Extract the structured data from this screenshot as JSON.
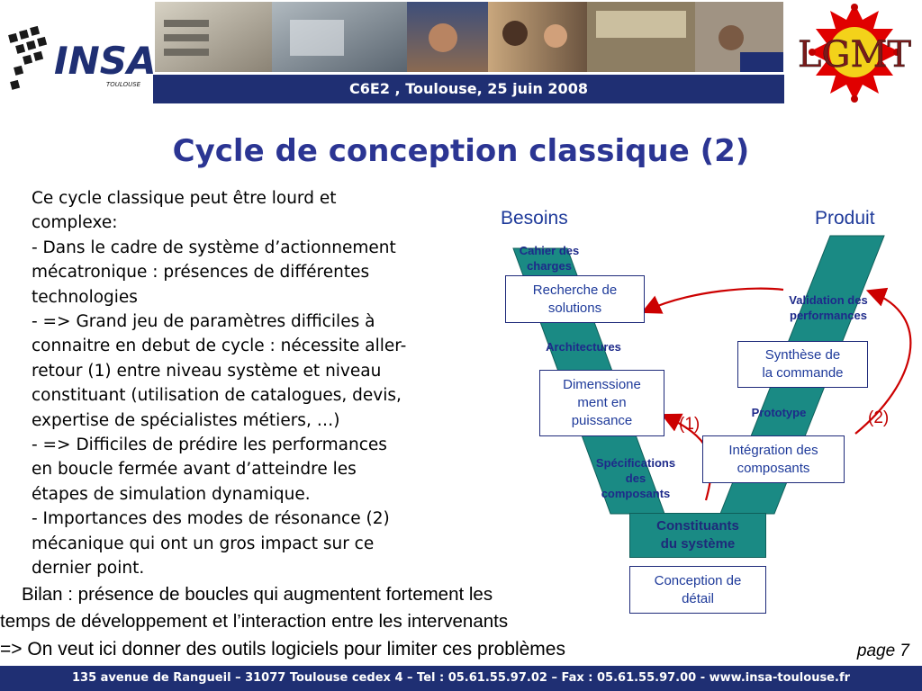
{
  "header": {
    "insa_logo_text": "INSA",
    "insa_logo_subtext": "TOULOUSE",
    "banner_text": "C6E2 , Toulouse, 25 juin 2008",
    "lab_logo_text": "LGMT",
    "colors": {
      "navy": "#1f2f73",
      "title_blue": "#2b3593",
      "teal": "#1a8a84",
      "red": "#c00000"
    }
  },
  "title": "Cycle de conception classique (2)",
  "body_lines": [
    "Ce cycle classique peut être lourd et",
    "complexe:",
    "- Dans le cadre de système d’actionnement",
    "mécatronique : présences de différentes",
    "technologies",
    "-  => Grand jeu de paramètres difficiles à",
    "connaitre en debut de cycle : nécessite aller-",
    "retour (1) entre niveau système et niveau",
    "constituant (utilisation de catalogues, devis,",
    "expertise de spécialistes métiers, …)",
    "-  => Difficiles de prédire les performances",
    "en boucle fermée avant d’atteindre les",
    "étapes de simulation dynamique.",
    "-  Importances des modes de résonance (2)",
    "mécanique qui ont un gros impact sur ce",
    "dernier point."
  ],
  "diagram": {
    "besoins": "Besoins",
    "produit": "Produit",
    "cahier": [
      "Cahier des",
      "charges"
    ],
    "recherche": [
      "Recherche de",
      "solutions"
    ],
    "architectures": "Architectures",
    "dimensionnement": [
      "Dimenssione",
      "ment en",
      "puissance"
    ],
    "specifications": [
      "Spécifications",
      "des",
      "composants"
    ],
    "constituants": [
      "Constituants",
      "du système"
    ],
    "conception": [
      "Conception de",
      "détail"
    ],
    "integration": [
      "Intégration des",
      "composants"
    ],
    "prototype": "Prototype",
    "synthese": [
      "Synthèse de",
      "la commande"
    ],
    "validation": [
      "Validation des",
      "performances"
    ],
    "loop1": "(1)",
    "loop2": "(2)"
  },
  "bilan_lines": [
    "Bilan : présence de boucles qui augmentent fortement les",
    "temps de développement et l’interaction entre les intervenants"
  ],
  "conclusion": "=> On veut ici donner des outils logiciels pour limiter ces problèmes",
  "page": "page 7",
  "footer": "135 avenue de Rangueil – 31077 Toulouse cedex 4 – Tel : 05.61.55.97.02 – Fax : 05.61.55.97.00 - www.insa-toulouse.fr"
}
